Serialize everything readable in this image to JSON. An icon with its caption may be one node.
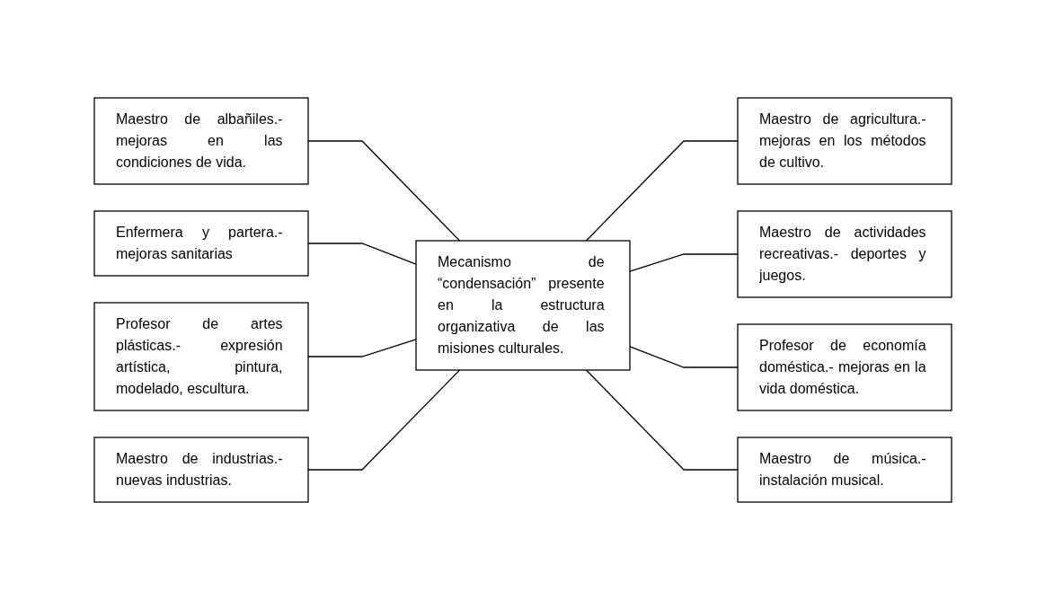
{
  "diagram": {
    "nodes": [
      {
        "text": [
          "Maestro de albañiles.- mejoras en las condiciones de vida."
        ]
      },
      {
        "text": [
          "Maestro de agricultura.- mejoras en los métodos de cultivo."
        ]
      },
      {
        "text": [
          "Enfermera y partera.- mejoras sanitarias"
        ]
      },
      {
        "text": [
          "Maestro de actividades recreativas.- deportes y juegos."
        ]
      },
      {
        "text": [
          "Mecanismo de “condensación” presente en la estructura organizativa de las misiones culturales."
        ]
      },
      {
        "text": [
          "Profesor de artes plásticas.- expresión artística, pintura, modelado, escultura."
        ]
      },
      {
        "text": [
          "Profesor de economía doméstica.- mejoras en la vida doméstica."
        ]
      },
      {
        "text": [
          "Maestro de industrias.- nuevas industrias."
        ]
      },
      {
        "text": [
          "Maestro de música.- instalación musical."
        ]
      }
    ],
    "edges": [
      {
        "from": 0,
        "to": 4,
        "arrow": "none"
      },
      {
        "from": 4,
        "to": 1,
        "arrow": "none"
      },
      {
        "from": 2,
        "to": 4,
        "arrow": "none"
      },
      {
        "from": 4,
        "to": 3,
        "arrow": "none"
      },
      {
        "from": 5,
        "to": 4,
        "arrow": "none"
      },
      {
        "from": 4,
        "to": 6,
        "arrow": "none"
      },
      {
        "from": 7,
        "to": 4,
        "arrow": "none"
      },
      {
        "from": 4,
        "to": 8,
        "arrow": "none"
      }
    ]
  }
}
